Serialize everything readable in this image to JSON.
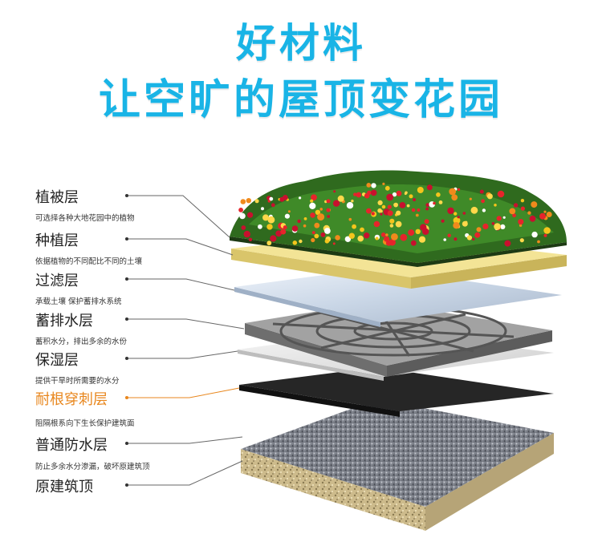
{
  "header": {
    "line1": "好材料",
    "line2": "让空旷的屋顶变花园"
  },
  "layers": [
    {
      "id": "vegetation",
      "label": "植被层",
      "desc": "可选择各种大地花园中的植物"
    },
    {
      "id": "planting",
      "label": "种植层",
      "desc": "依据植物的不同配比不同的土壤"
    },
    {
      "id": "filter",
      "label": "过滤层",
      "desc": "承载土壤 保护蓄排水系统"
    },
    {
      "id": "drainage",
      "label": "蓄排水层",
      "desc": "蓄积水分，排出多余的水份"
    },
    {
      "id": "moisture",
      "label": "保湿层",
      "desc": "提供干旱时所需要的水分"
    },
    {
      "id": "root-barrier",
      "label": "耐根穿刺层",
      "desc": "阻隔根系向下生长保护建筑面",
      "highlight": true
    },
    {
      "id": "waterproof",
      "label": "普通防水层",
      "desc": "防止多余水分渗漏，破坏原建筑顶"
    },
    {
      "id": "roof",
      "label": "原建筑顶",
      "desc": ""
    }
  ],
  "colors": {
    "title": "#19b4e6",
    "highlight": "#e8861c",
    "soil": "#f3e496",
    "filter": "#c9d6e6",
    "drain": "#9a9a9a",
    "moisture": "#e6e6e6",
    "barrier": "#262626",
    "concrete": "#6b6e78"
  }
}
